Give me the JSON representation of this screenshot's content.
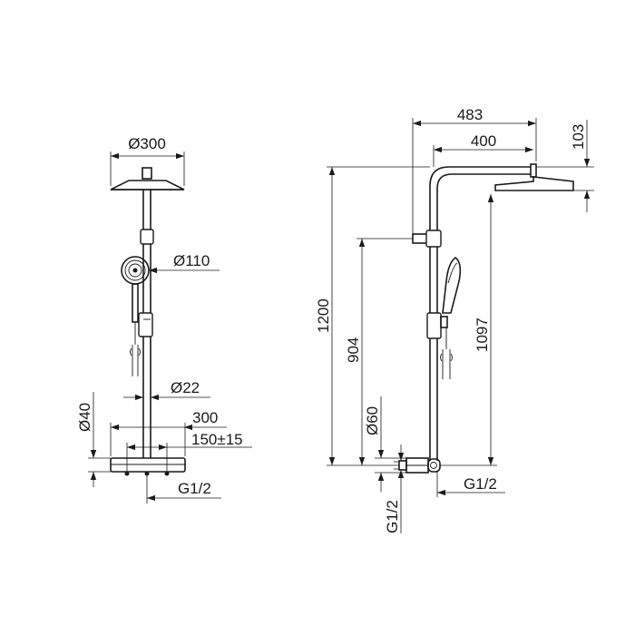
{
  "front_view": {
    "head_diameter": "Ø300",
    "hand_shower_diameter": "Ø110",
    "pipe_diameter": "Ø22",
    "valve_height": "Ø40",
    "valve_width": "300",
    "inlet_spacing": "150±15",
    "inlet_thread": "G1/2"
  },
  "side_view": {
    "total_projection": "483",
    "arm_length": "400",
    "head_offset": "103",
    "total_height": "1200",
    "bracket_height": "904",
    "head_height": "1097",
    "escutcheon_diameter": "Ø60",
    "inlet_thread_vertical": "G1/2",
    "outlet_thread": "G1/2"
  }
}
